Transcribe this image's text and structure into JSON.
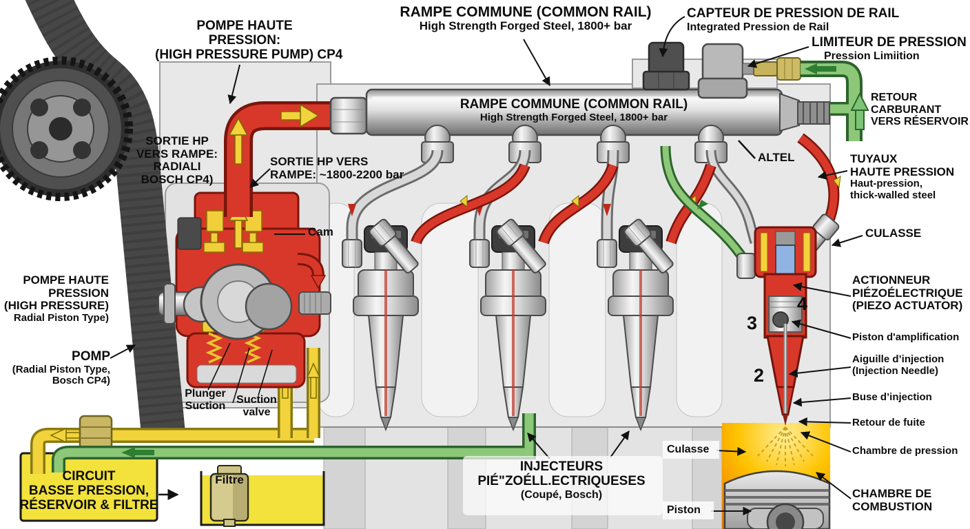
{
  "title": "Common rail diesel injection system cutaway diagram",
  "colors": {
    "high_pressure_red": "#d8382a",
    "low_pressure_yellow": "#f2d33c",
    "return_green": "#8cc878",
    "combustion_orange": "#f28900",
    "rail_metal": "#c9c9c9",
    "block_gray": "#e8e8e8",
    "belt_dark": "#474747",
    "piezo_blue": "#8fb4e3"
  },
  "labels": {
    "pump_top": {
      "lines": [
        "POMPE HAUTE",
        "PRESSION:",
        "(HIGH PRESSURE PUMP) CP4"
      ]
    },
    "rail_top": {
      "title": "RAMPE COMMUNE (COMMON RAIL)",
      "subtitle": "High Strength Forged Steel, 1800+ bar"
    },
    "rail_sensor": {
      "lines": [
        "CAPTEUR DE PRESSION DE RAIL",
        "Integrated Pression de Rail"
      ]
    },
    "pressure_limiter": {
      "lines": [
        "LIMITEUR DE PRESSION",
        "Pression Limiition"
      ]
    },
    "fuel_return": {
      "lines": [
        "RETOUR",
        "CARBURANT",
        "VERS RÉSERVOIR"
      ]
    },
    "hp_outlet_left": {
      "lines": [
        "SORTIE HP",
        "VERS RAMPE:",
        "RADIALI",
        "BOSCH CP4)"
      ]
    },
    "hp_outlet_right": {
      "lines": [
        "SORTIE HP VERS",
        "RAMPE: ~1800-2200 bar"
      ]
    },
    "cam": "Cam",
    "rail_body": {
      "title": "RAMPE COMMUNE (COMMON RAIL)",
      "subtitle": "High Strength Forged Steel, 1800+ bar"
    },
    "altel": "ALTEL",
    "hp_pipes": {
      "lines": [
        "TUYAUX",
        "HAUTE PRESSION",
        "Haut-pression,",
        "thick-walled steel"
      ]
    },
    "culasse_right": "CULASSE",
    "piezo_actuator": {
      "lines": [
        "ACTIONNEUR",
        "PIÉZOÉLECTRIQUE",
        "(PIEZO ACTUATOR)"
      ]
    },
    "amp_piston": "Piston d'amplification",
    "needle": {
      "lines": [
        "Aiguille d’injection",
        "(Injection Needle)"
      ]
    },
    "nozzle": "Buse d’injection",
    "leak_return": "Retour de fuite",
    "pressure_chamber": "Chambre de pression",
    "combustion_chamber": {
      "lines": [
        "CHAMBRE DE",
        "COMBUSTION"
      ]
    },
    "pump_left": {
      "lines": [
        "POMPE HAUTE",
        "PRESSION",
        "(HIGH PRESSURE)",
        "Radial Piston Type)"
      ]
    },
    "pomp": {
      "lines": [
        "POMP",
        "(Radial Piston Type,",
        "Bosch CP4)"
      ]
    },
    "plunger": {
      "lines": [
        "Plunger",
        "Suction"
      ]
    },
    "suction_valve": {
      "lines": [
        "Suction",
        "valve"
      ]
    },
    "low_circuit": {
      "lines": [
        "CIRCUIT",
        "BASSE PRESSION,",
        "RÉSERVOIR & FILTRE"
      ]
    },
    "filter": "Filtre",
    "injectors": {
      "lines": [
        "INJECTEURS",
        "PIÉ\"ZOÉLL.ECTRIQUESES",
        "(Coupé, Bosch)"
      ]
    },
    "culasse_bottom": "Culasse",
    "piston_bottom": "Piston",
    "num2": "2",
    "num3": "3",
    "num4": "4"
  }
}
